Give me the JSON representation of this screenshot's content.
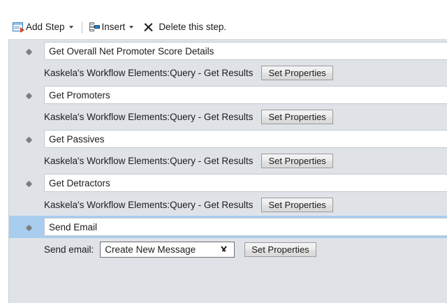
{
  "toolbar": {
    "add_step": {
      "label": "Add Step",
      "icon": "add-step-icon",
      "caret": "chevron-down-icon"
    },
    "insert": {
      "label": "Insert",
      "icon": "insert-icon",
      "caret": "chevron-down-icon"
    },
    "delete": {
      "label": "Delete this step.",
      "icon": "close-x-icon"
    }
  },
  "colors": {
    "selection": "#a8cdee",
    "content_background": "#dfe3e8",
    "toolbar_background": "#ffffff",
    "input_background": "#ffffff",
    "accent_blue": "#2f7fc4",
    "accent_red": "#d9441f"
  },
  "steps": [
    {
      "name": "Get Overall Net Promoter Score Details",
      "property_text": "Kaskela's Workflow Elements:Query - Get Results",
      "button_label": "Set Properties",
      "selected": false
    },
    {
      "name": "Get Promoters",
      "property_text": "Kaskela's Workflow Elements:Query - Get Results",
      "button_label": "Set Properties",
      "selected": false
    },
    {
      "name": "Get Passives",
      "property_text": "Kaskela's Workflow Elements:Query - Get Results",
      "button_label": "Set Properties",
      "selected": false
    },
    {
      "name": "Get Detractors",
      "property_text": "Kaskela's Workflow Elements:Query - Get Results",
      "button_label": "Set Properties",
      "selected": false
    }
  ],
  "email_step": {
    "name": "Send Email",
    "field_label": "Send email:",
    "dropdown_value": "Create New Message",
    "button_label": "Set Properties",
    "selected": true
  }
}
